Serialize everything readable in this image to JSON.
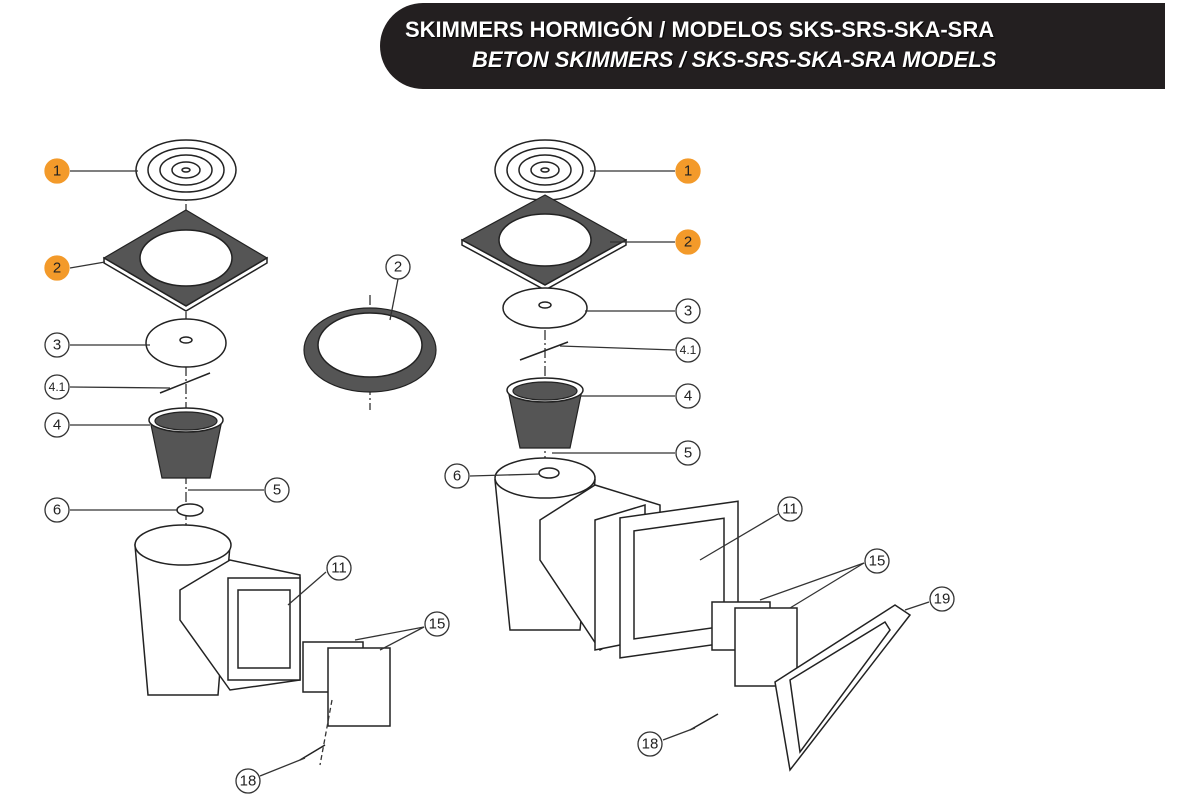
{
  "header": {
    "title_es": "SKIMMERS HORMIGÓN / MODELOS SKS-SRS-SKA-SRA",
    "title_en": "BETON SKIMMERS  / SKS-SRS-SKA-SRA MODELS"
  },
  "colors": {
    "banner": "#231f20",
    "highlight": "#f39a2a"
  },
  "left_assembly": {
    "callouts": [
      {
        "label": "1",
        "highlight": true
      },
      {
        "label": "2",
        "highlight": true
      },
      {
        "label": "3"
      },
      {
        "label": "4.1"
      },
      {
        "label": "4"
      },
      {
        "label": "5"
      },
      {
        "label": "6"
      },
      {
        "label": "11"
      },
      {
        "label": "15"
      },
      {
        "label": "18"
      }
    ]
  },
  "middle_part": {
    "callouts": [
      {
        "label": "2"
      }
    ]
  },
  "right_assembly": {
    "callouts": [
      {
        "label": "1",
        "highlight": true
      },
      {
        "label": "2",
        "highlight": true
      },
      {
        "label": "3"
      },
      {
        "label": "4.1"
      },
      {
        "label": "4"
      },
      {
        "label": "5"
      },
      {
        "label": "6"
      },
      {
        "label": "11"
      },
      {
        "label": "15"
      },
      {
        "label": "19"
      },
      {
        "label": "18"
      }
    ]
  }
}
